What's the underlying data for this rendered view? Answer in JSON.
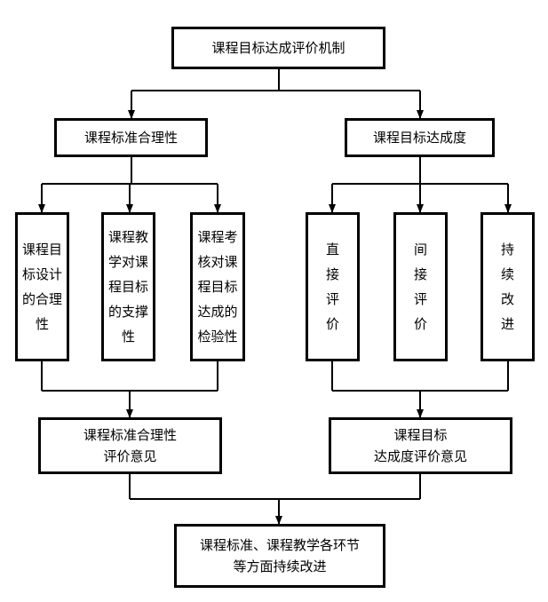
{
  "top": "课程目标达成评价机制",
  "left_branch": {
    "title": "课程标准合理性",
    "items": [
      "课程目标设计的合理性",
      "课程教学对课程目标的支撑性",
      "课程考核对课程目标达成的检验性"
    ],
    "result_line1": "课程标准合理性",
    "result_line2": "评价意见"
  },
  "right_branch": {
    "title": "课程目标达成度",
    "items": [
      "直接评价",
      "间接评价",
      "持续改进"
    ],
    "result_line1": "课程目标",
    "result_line2": "达成度评价意见"
  },
  "bottom_line1": "课程标准、课程教学各环节",
  "bottom_line2": "等方面持续改进"
}
